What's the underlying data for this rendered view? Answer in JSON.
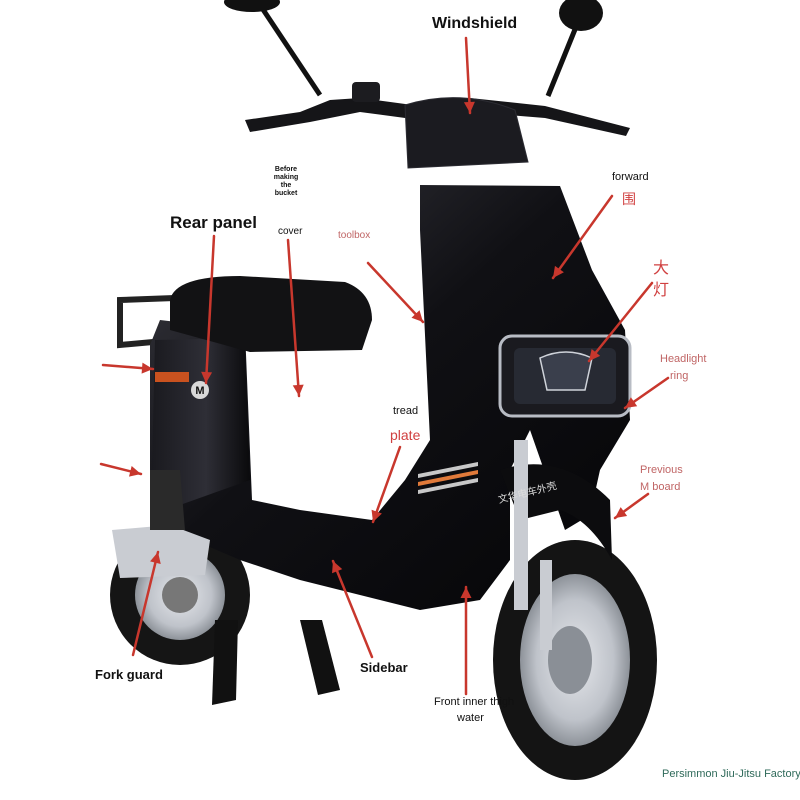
{
  "labels": {
    "windshield": "Windshield",
    "forward": "forward",
    "forward_cn": "围",
    "rear_panel": "Rear panel",
    "bucket_note": "Before making the bucket",
    "cover": "cover",
    "toolbox": "toolbox",
    "headlight_cn_1": "大",
    "headlight_cn_2": "灯",
    "headlight_ring_1": "Headlight",
    "headlight_ring_2": "ring",
    "tread": "tread",
    "plate": "plate",
    "previous_1": "Previous",
    "previous_2": "M board",
    "fork_guard": "Fork guard",
    "sidebar": "Sidebar",
    "front_inner_1": "Front inner thigh",
    "front_inner_2": "water",
    "side_print": "文华电车外壳"
  },
  "footer": "Persimmon Jiu-Jitsu Factory",
  "colors": {
    "arrow": "#c8372d",
    "body": "#0d0d10",
    "chrome": "#c9ccd2"
  }
}
